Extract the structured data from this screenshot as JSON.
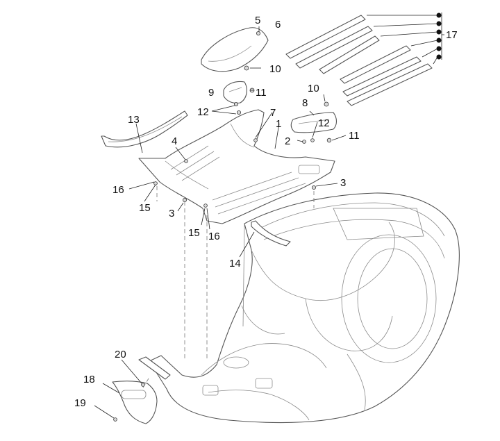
{
  "callouts": {
    "c1": "1",
    "c2": "2",
    "c3a": "3",
    "c3b": "3",
    "c4": "4",
    "c5": "5",
    "c6": "6",
    "c7": "7",
    "c8": "8",
    "c9": "9",
    "c10a": "10",
    "c10b": "10",
    "c11a": "11",
    "c11b": "11",
    "c12a": "12",
    "c12b": "12",
    "c13": "13",
    "c14": "14",
    "c15a": "15",
    "c15b": "15",
    "c16a": "16",
    "c16b": "16",
    "c17": "17",
    "c18": "18",
    "c19": "19",
    "c20": "20"
  }
}
